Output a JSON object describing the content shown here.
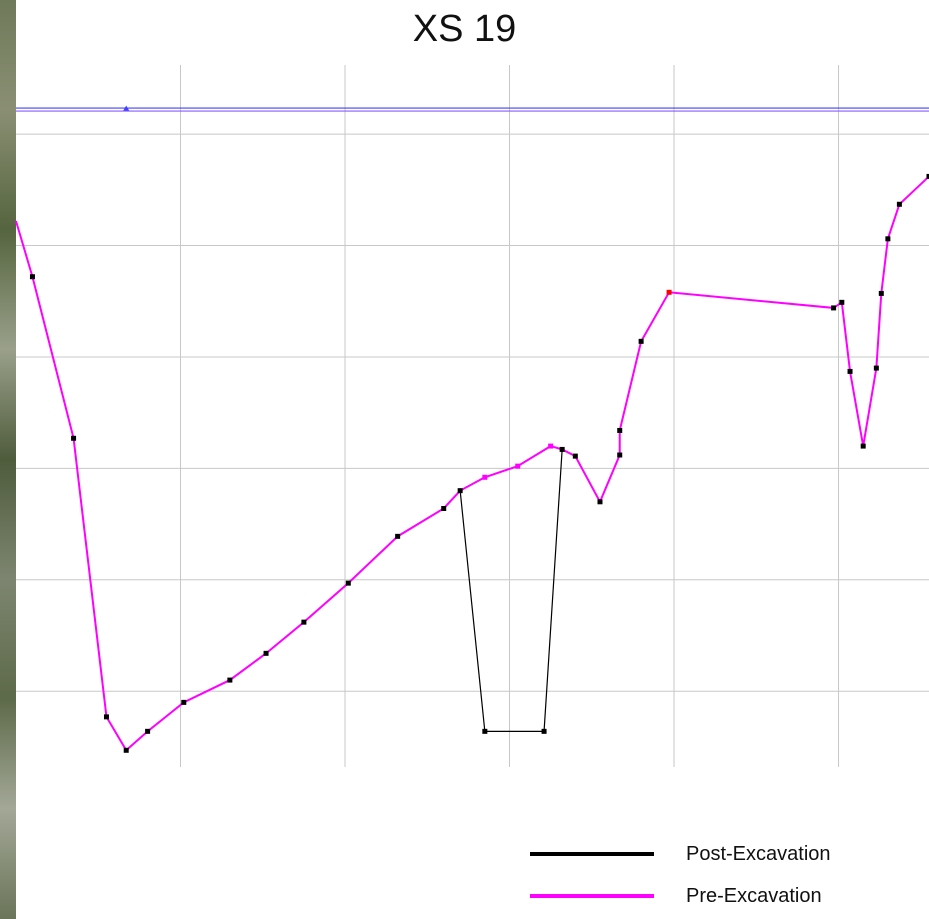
{
  "chart_data": {
    "type": "line",
    "title": "XS 19",
    "xlabel": "",
    "ylabel": "",
    "xlim": [
      -0.1,
      5.45
    ],
    "ylim": [
      0,
      6.3
    ],
    "grid": true,
    "legend_position": "bottom-right",
    "water_surface": {
      "y": 5.9,
      "color": "#4040ff",
      "marker_x": 0.57
    },
    "series": [
      {
        "name": "Post-Excavation",
        "color": "#000000",
        "points": [
          [
            -0.1,
            4.9
          ],
          [
            0.0,
            4.4
          ],
          [
            0.25,
            2.95
          ],
          [
            0.45,
            0.45
          ],
          [
            0.57,
            0.15
          ],
          [
            0.7,
            0.32
          ],
          [
            0.92,
            0.58
          ],
          [
            1.2,
            0.78
          ],
          [
            1.42,
            1.02
          ],
          [
            1.65,
            1.3
          ],
          [
            1.92,
            1.65
          ],
          [
            2.22,
            2.07
          ],
          [
            2.5,
            2.32
          ],
          [
            2.6,
            2.48
          ],
          [
            2.75,
            0.32
          ],
          [
            3.11,
            0.32
          ],
          [
            3.22,
            2.85
          ],
          [
            3.3,
            2.79
          ],
          [
            3.45,
            2.38
          ],
          [
            3.57,
            2.8
          ],
          [
            3.57,
            3.02
          ],
          [
            3.7,
            3.82
          ],
          [
            3.87,
            4.26
          ],
          [
            4.87,
            4.12
          ],
          [
            4.92,
            4.17
          ],
          [
            4.97,
            3.55
          ],
          [
            5.05,
            2.88
          ],
          [
            5.13,
            3.58
          ],
          [
            5.16,
            4.25
          ],
          [
            5.2,
            4.74
          ],
          [
            5.27,
            5.05
          ],
          [
            5.45,
            5.3
          ]
        ]
      },
      {
        "name": "Pre-Excavation",
        "color": "#ff00ff",
        "points": [
          [
            -0.1,
            4.9
          ],
          [
            0.0,
            4.4
          ],
          [
            0.25,
            2.95
          ],
          [
            0.45,
            0.45
          ],
          [
            0.57,
            0.15
          ],
          [
            0.7,
            0.32
          ],
          [
            0.92,
            0.58
          ],
          [
            1.2,
            0.78
          ],
          [
            1.42,
            1.02
          ],
          [
            1.65,
            1.3
          ],
          [
            1.92,
            1.65
          ],
          [
            2.22,
            2.07
          ],
          [
            2.5,
            2.32
          ],
          [
            2.6,
            2.48
          ],
          [
            2.75,
            2.6
          ],
          [
            2.95,
            2.7
          ],
          [
            3.15,
            2.88
          ],
          [
            3.22,
            2.85
          ],
          [
            3.3,
            2.79
          ],
          [
            3.45,
            2.38
          ],
          [
            3.57,
            2.8
          ],
          [
            3.57,
            3.02
          ],
          [
            3.7,
            3.82
          ],
          [
            3.87,
            4.26
          ],
          [
            4.87,
            4.12
          ],
          [
            4.92,
            4.17
          ],
          [
            4.97,
            3.55
          ],
          [
            5.05,
            2.88
          ],
          [
            5.13,
            3.58
          ],
          [
            5.16,
            4.25
          ],
          [
            5.2,
            4.74
          ],
          [
            5.27,
            5.05
          ],
          [
            5.45,
            5.3
          ]
        ]
      }
    ],
    "grid_x": [
      0.9,
      1.9,
      2.9,
      3.9,
      4.9
    ],
    "grid_y": [
      0.68,
      1.68,
      2.68,
      3.68,
      4.68,
      5.68
    ]
  },
  "legend": {
    "items": [
      {
        "label": "Post-Excavation",
        "color": "#000000"
      },
      {
        "label": "Pre-Excavation",
        "color": "#ff00ff"
      }
    ]
  }
}
